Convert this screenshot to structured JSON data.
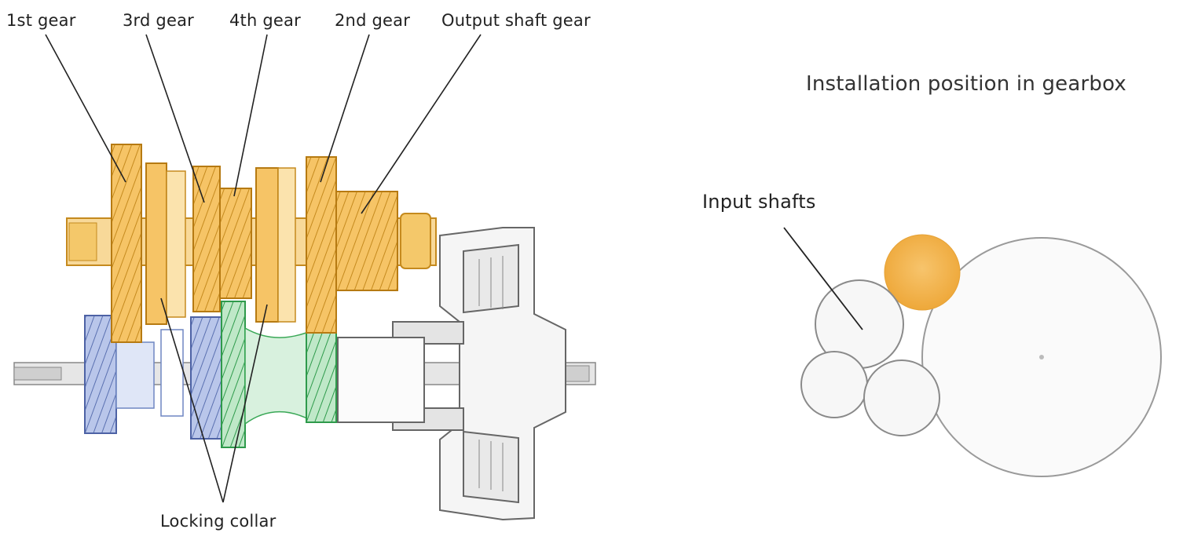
{
  "labels": {
    "gear1": "1st gear",
    "gear3": "3rd gear",
    "gear4": "4th gear",
    "gear2": "2nd gear",
    "output_gear": "Output shaft gear",
    "locking_collar": "Locking collar",
    "install_title": "Installation position in gearbox",
    "input_shafts": "Input shafts"
  },
  "colors": {
    "gold": "#f0b23c",
    "gold_dark": "#c58a1e",
    "gold_light": "#f8d999",
    "blue": "#6f86c2",
    "blue_light": "#c9d3ee",
    "green": "#3aa857",
    "green_light": "#b7e3c1",
    "grey_line": "#555555",
    "grey_fill": "#eeeeee",
    "orange_disk": "#f3b24a"
  }
}
